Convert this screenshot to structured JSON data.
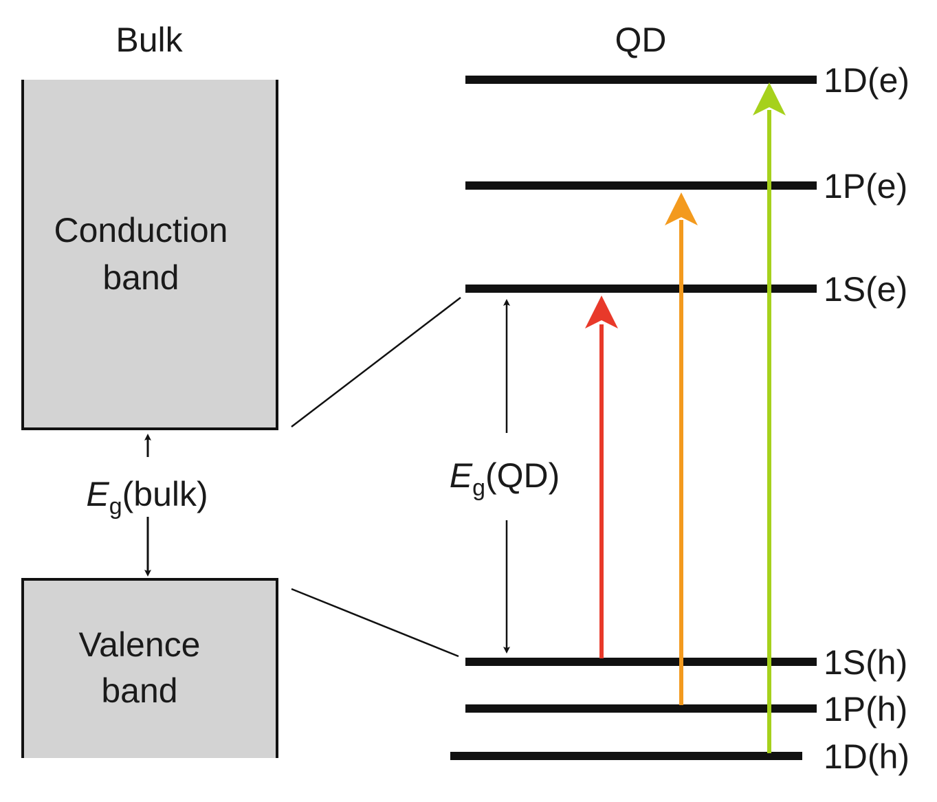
{
  "headings": {
    "bulk": "Bulk",
    "qd": "QD"
  },
  "bulk": {
    "conduction_line1": "Conduction",
    "conduction_line2": "band",
    "valence_line1": "Valence",
    "valence_line2": "band",
    "gap_symbol": "E",
    "gap_sub": "g",
    "gap_suffix": "(bulk)"
  },
  "qd": {
    "gap_symbol": "E",
    "gap_sub": "g",
    "gap_suffix": "(QD)",
    "levels": [
      "1D(e)",
      "1P(e)",
      "1S(e)",
      "1S(h)",
      "1P(h)",
      "1D(h)"
    ]
  },
  "colors": {
    "band_fill": "#d3d3d3",
    "line": "#111111",
    "red_transition": "#e8392a",
    "orange_transition": "#f39a1e",
    "green_transition": "#a6d11c"
  }
}
